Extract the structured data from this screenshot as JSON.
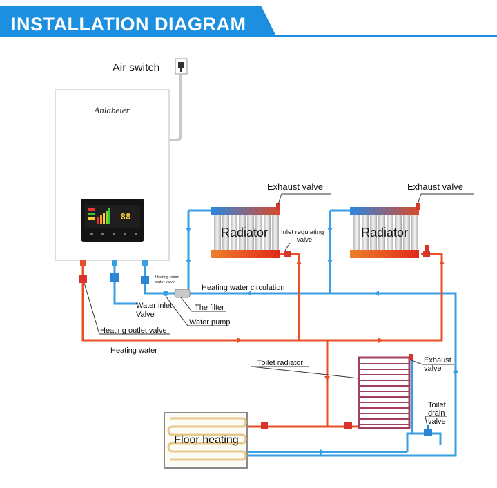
{
  "header": {
    "title": "INSTALLATION DIAGRAM"
  },
  "boiler": {
    "brand": "Anlabeier",
    "display_digits": "88"
  },
  "colors": {
    "header_blue": "#1c8fe0",
    "hot_pipe": "#e8502a",
    "cold_pipe": "#3a9ee4",
    "valve_red": "#d8342a"
  },
  "labels": {
    "air_switch": "Air switch",
    "exhaust_valve_1": "Exhaust valve",
    "exhaust_valve_2": "Exhaust valve",
    "radiator_1": "Radiator",
    "radiator_2": "Radiator",
    "inlet_regulating_valve_1": "Inlet regulating",
    "inlet_regulating_valve_2": "valve",
    "heating_return_water_valve_1": "Heating return",
    "heating_return_water_valve_2": "water valve",
    "heating_water_circulation": "Heating water circulation",
    "water_inlet_valve_1": "Water inlet",
    "water_inlet_valve_2": "Valve",
    "the_filter": "The filter",
    "water_pump": "Water pump",
    "heating_outlet_valve": "Heating outlet valve",
    "heating_water": "Heating water",
    "toilet_radiator": "Toilet radiator",
    "toilet_exhaust_valve_1": "Exhaust",
    "toilet_exhaust_valve_2": "valve",
    "toilet_drain_valve_1": "Toilet",
    "toilet_drain_valve_2": "drain",
    "toilet_drain_valve_3": "valve",
    "floor_heating": "Floor heating"
  }
}
